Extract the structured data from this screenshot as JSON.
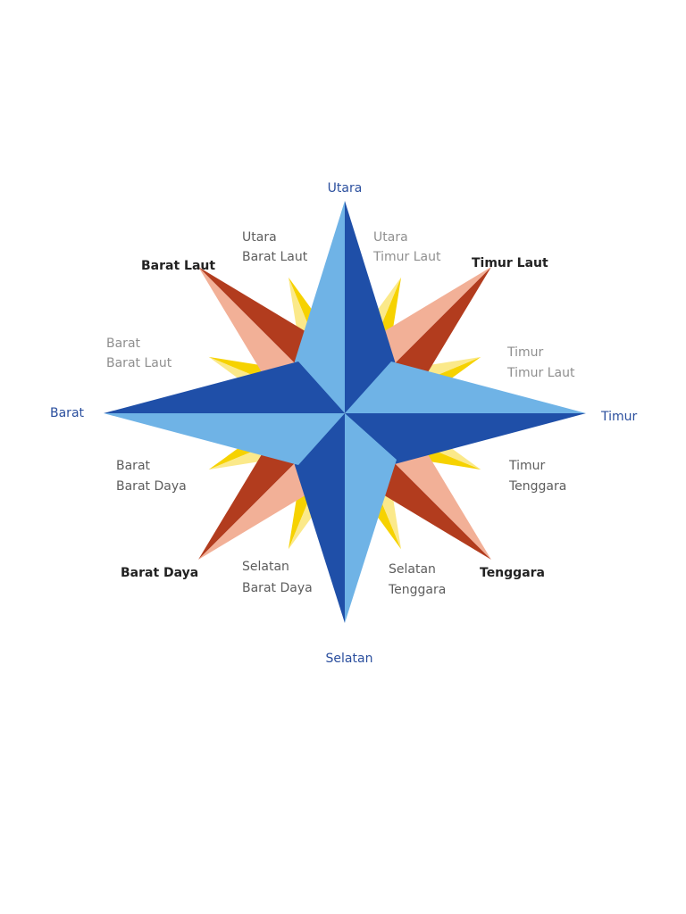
{
  "colors": {
    "background": "#ffffff",
    "cardinal_dark": "#1f4fa8",
    "cardinal_light": "#6fb3e6",
    "intercardinal_dark": "#b23c1e",
    "intercardinal_light": "#f2b097",
    "minor_dark": "#f6d200",
    "minor_light": "#fbe98a",
    "cardinal_text": "#2b4f9e",
    "intercardinal_text": "#222222",
    "minor_text": "#5d5d5d"
  },
  "directions": {
    "north": "Utara",
    "east": "Timur",
    "south": "Selatan",
    "west": "Barat",
    "northeast": "Timur  Laut",
    "southeast": "Tenggara",
    "southwest": "Barat Daya",
    "northwest": "Barat Laut",
    "nne": [
      "Utara",
      "Timur Laut"
    ],
    "ene": [
      "Timur",
      "Timur Laut"
    ],
    "ese": [
      "Timur",
      "Tenggara"
    ],
    "sse": [
      "Selatan",
      "Tenggara"
    ],
    "ssw": [
      "Selatan",
      "Barat Daya"
    ],
    "wsw": [
      "Barat",
      "Barat Daya"
    ],
    "wnw": [
      "Barat",
      "Barat Laut"
    ],
    "nnw": [
      "Utara",
      "Barat Laut"
    ]
  }
}
